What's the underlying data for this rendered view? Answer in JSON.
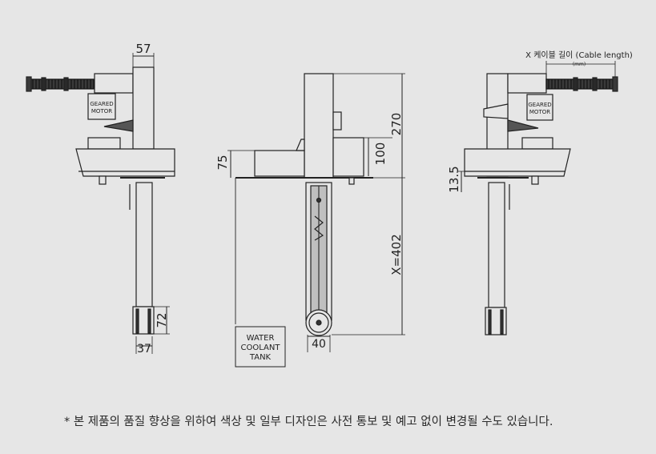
{
  "dimensions": {
    "left_width": "57",
    "arm_height": "72",
    "arm_width": "37",
    "mid_base_height": "75",
    "mid_unit_height": "100",
    "mid_total_height": "270",
    "mid_length": "X=402",
    "mid_wheel_width": "40",
    "right_base_height": "13.5"
  },
  "labels": {
    "geared_motor_l1": "GEARED",
    "geared_motor_l2": "MOTOR",
    "tank_l1": "WATER",
    "tank_l2": "COOLANT",
    "tank_l3": "TANK",
    "cable_length": "X 케이블 길이 (Cable length)",
    "cable_unit": "(mm)"
  },
  "footnote": "* 본 제품의 품질 향상을 위하여 색상 및 일부 디자인은 사전 통보 및 예고 없이 변경될 수도 있습니다."
}
